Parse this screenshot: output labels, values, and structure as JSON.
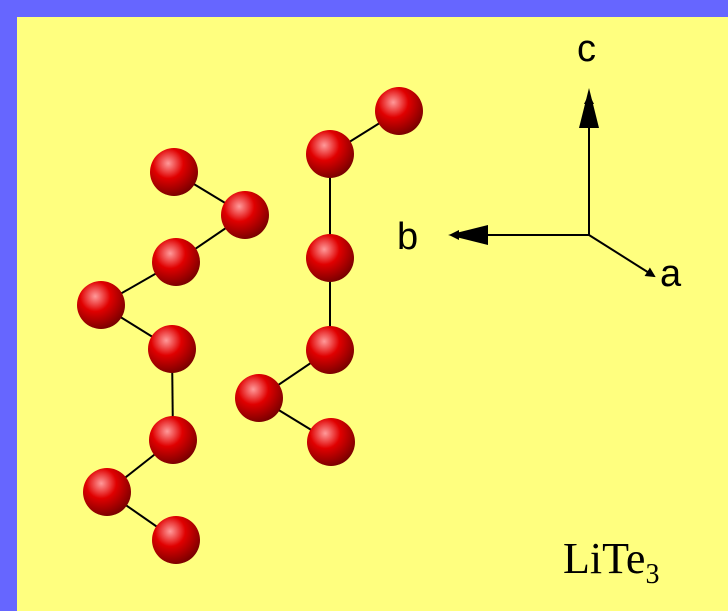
{
  "colors": {
    "border": "#6666ff",
    "background": "#ffff7f",
    "atom": "#e00000",
    "atom_highlight": "#ff9a9a",
    "atom_shadow": "#7a0000",
    "bond": "#000000",
    "axis": "#000000"
  },
  "axes": {
    "c": "c",
    "b": "b",
    "a": "a"
  },
  "formula": {
    "base": "LiTe",
    "subscript": "3"
  }
}
